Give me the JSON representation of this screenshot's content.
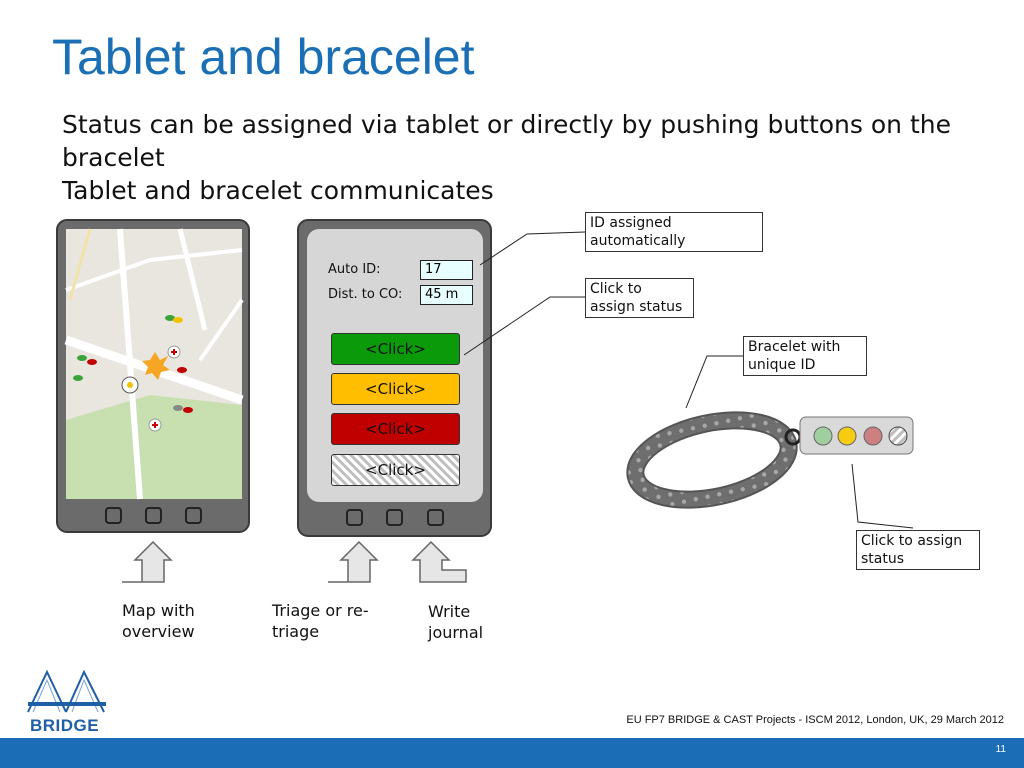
{
  "title": "Tablet and bracelet",
  "bullets": [
    "Status can be assigned via tablet or directly by pushing buttons on the bracelet",
    "Tablet and bracelet communicates"
  ],
  "tablet": {
    "auto_id_label": "Auto ID:",
    "auto_id_value": "17",
    "dist_label": "Dist. to CO:",
    "dist_value": "45 m",
    "buttons": [
      {
        "label": "<Click>",
        "color": "#0a9a0a"
      },
      {
        "label": "<Click>",
        "color": "#ffbf00"
      },
      {
        "label": "<Click>",
        "color": "#c00000"
      },
      {
        "label": "<Click>",
        "color": "hatched"
      }
    ]
  },
  "callouts": {
    "id_assigned": "ID assigned automatically",
    "click_assign": "Click to assign status",
    "bracelet_id": "Bracelet with unique ID",
    "click_assign_status": "Click to assign status"
  },
  "captions": {
    "map": "Map with overview",
    "triage": "Triage or re-triage",
    "journal": "Write journal"
  },
  "bracelet_leds": [
    "#9fcf9f",
    "#f5cc10",
    "#cc8080",
    "hatched"
  ],
  "logo": "BRIDGE",
  "footer": "EU FP7 BRIDGE & CAST Projects - ISCM 2012, London, UK, 29 March 2012",
  "slide_number": "11",
  "colors": {
    "title": "#1a6fb5",
    "bar": "#1b6db6",
    "device": "#6b6b6b"
  }
}
